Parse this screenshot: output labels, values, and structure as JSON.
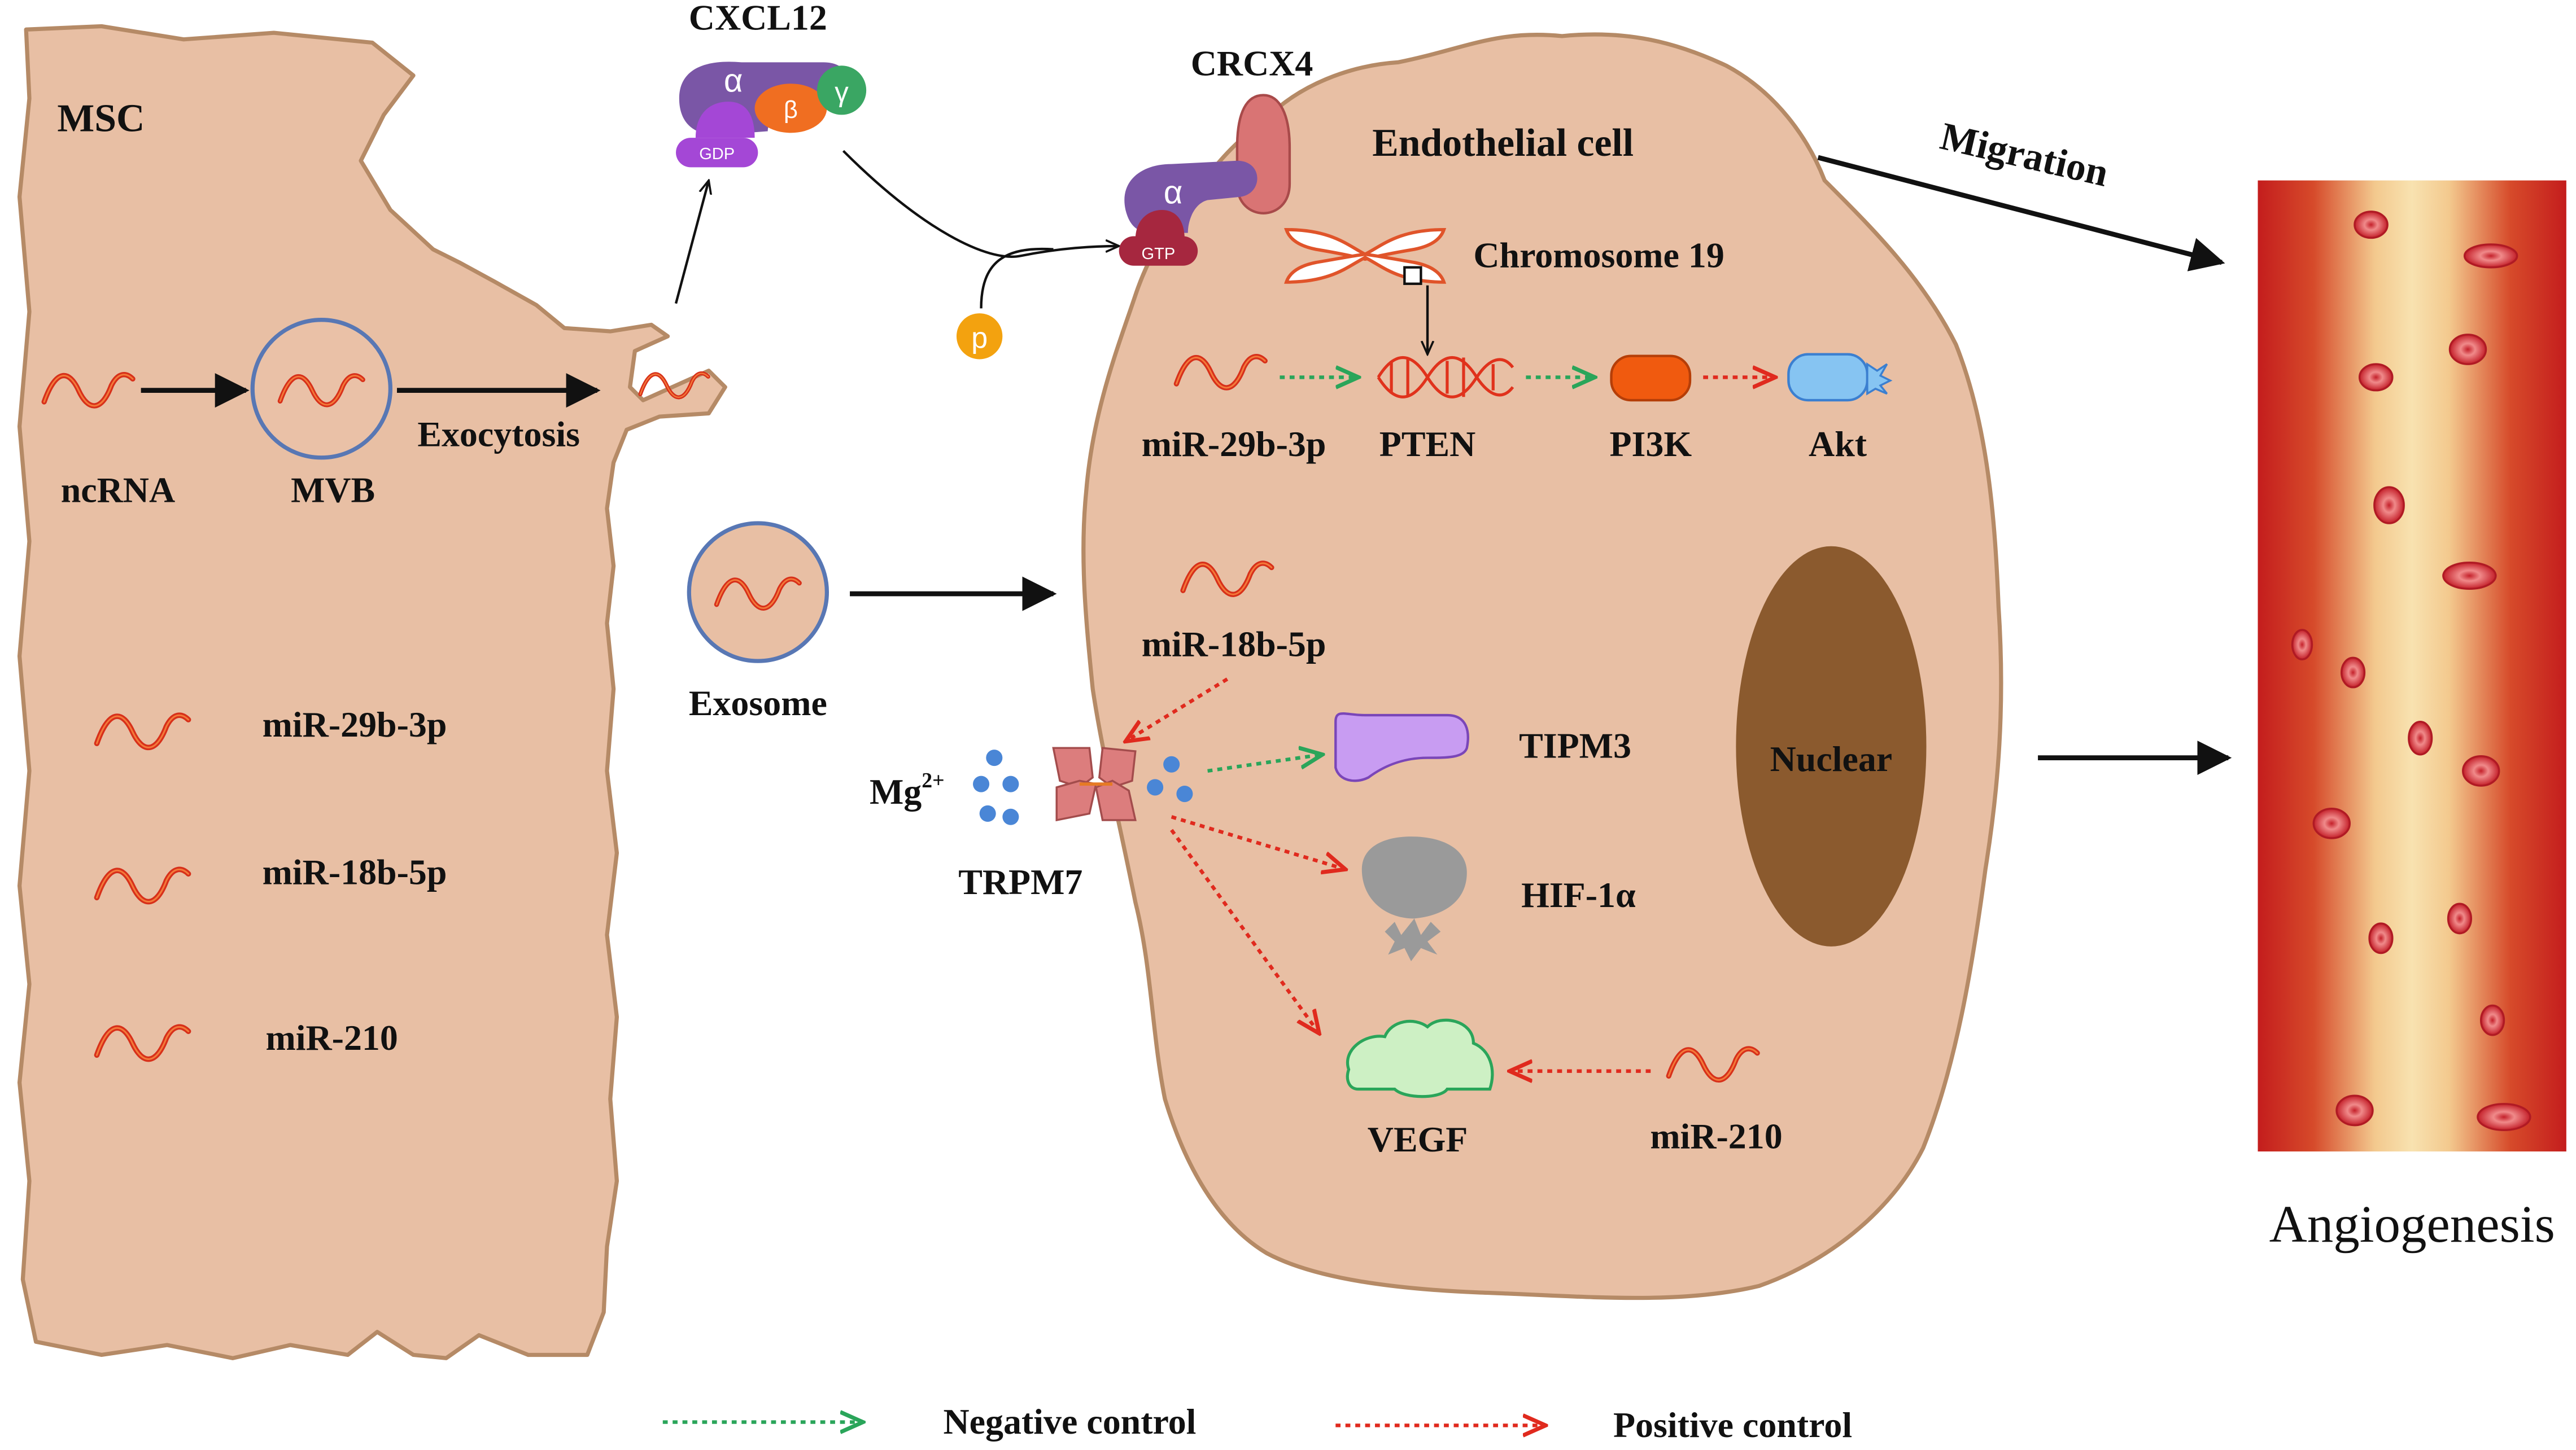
{
  "title": "",
  "labels": {
    "msc": "MSC",
    "ncrna": "ncRNA",
    "mvb": "MVB",
    "exocytosis": "Exocytosis",
    "mir29b_left": "miR-29b-3p",
    "mir18b_left": "miR-18b-5p",
    "mir210_left": "miR-210",
    "cxcl12": "CXCL12",
    "crcx4": "CRCX4",
    "alpha": "α",
    "beta": "β",
    "gamma": "γ",
    "gdp": "GDP",
    "gtp": "GTP",
    "p": "p",
    "endothelial": "Endothelial cell",
    "chromosome": "Chromosome 19",
    "mir29b_right": "miR-29b-3p",
    "pten": "PTEN",
    "pi3k": "PI3K",
    "akt": "Akt",
    "exosome": "Exosome",
    "mir18b_right": "miR-18b-5p",
    "mg_base": "Mg",
    "mg_sup": "2+",
    "trpm7": "TRPM7",
    "tipm3": "TIPM3",
    "hif": "HIF-1α",
    "vegf": "VEGF",
    "mir210_right": "miR-210",
    "nuclear": "Nuclear",
    "migration": "Migration",
    "angiogenesis": "Angiogenesis"
  },
  "legend": {
    "negative": "Negative control",
    "positive": "Positive control"
  },
  "colors": {
    "cell_fill": "#e8bfa4",
    "cell_stroke": "#b58a66",
    "rna": "#e0321c",
    "negative_arrow": "#2aa55a",
    "positive_arrow": "#e02a1e",
    "nucleus": "#8b5a2e",
    "vessel_red": "#c41d1d",
    "vessel_light": "#f6dba4"
  }
}
